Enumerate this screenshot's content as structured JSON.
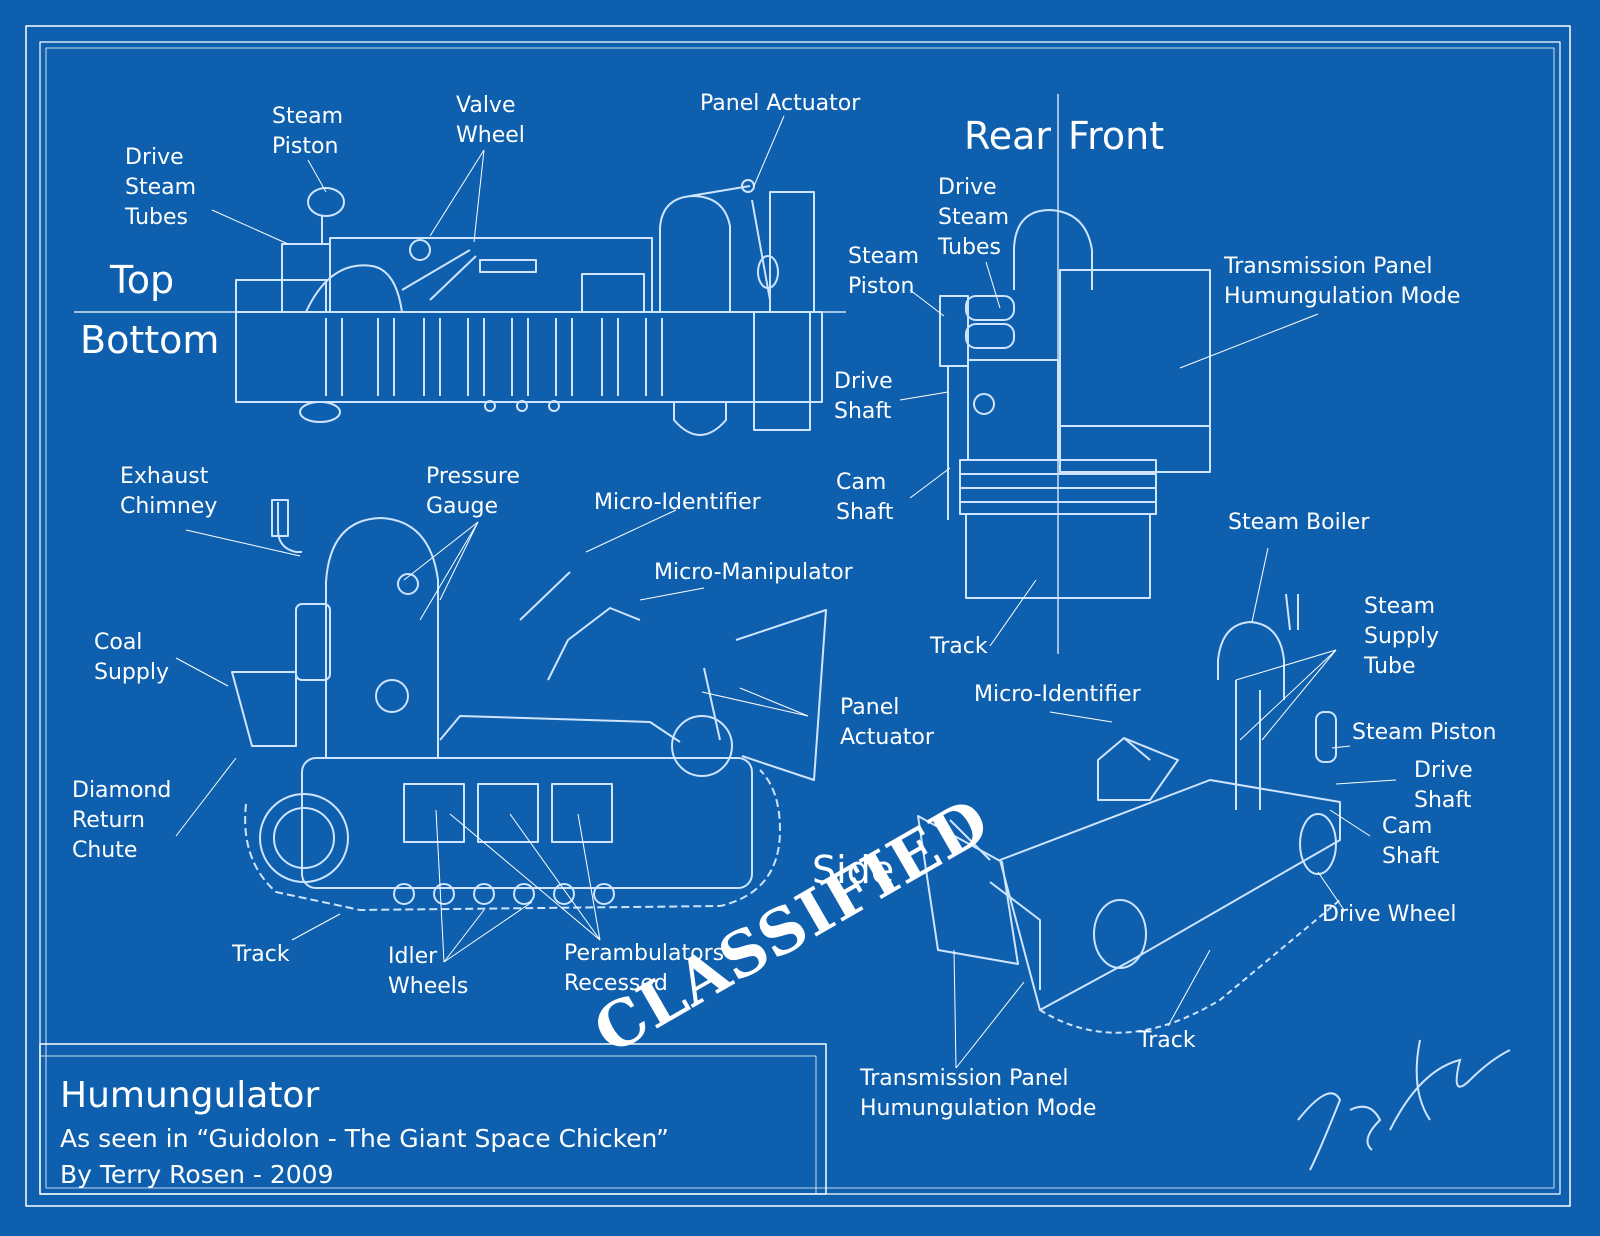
{
  "colors": {
    "background": "#0e5fae",
    "line": "#ffffff"
  },
  "views": {
    "top": "Top",
    "bottom": "Bottom",
    "rear": "Rear",
    "front": "Front",
    "side": "Side"
  },
  "labels": {
    "drive_steam_tubes_top": [
      "Drive",
      "Steam",
      "Tubes"
    ],
    "steam_piston_top": [
      "Steam",
      "Piston"
    ],
    "valve_wheel": [
      "Valve",
      "Wheel"
    ],
    "panel_actuator_top": [
      "Panel Actuator"
    ],
    "drive_steam_tubes_rear": [
      "Drive",
      "Steam",
      "Tubes"
    ],
    "steam_piston_rear": [
      "Steam",
      "Piston"
    ],
    "transmission_panel_rear": [
      "Transmission Panel",
      "Humungulation Mode"
    ],
    "drive_shaft_rear": [
      "Drive",
      "Shaft"
    ],
    "cam_shaft_rear": [
      "Cam",
      "Shaft"
    ],
    "track_rear": [
      "Track"
    ],
    "exhaust_chimney": [
      "Exhaust",
      "Chimney"
    ],
    "pressure_gauge": [
      "Pressure",
      "Gauge"
    ],
    "micro_identifier_side": [
      "Micro-Identifier"
    ],
    "micro_manipulator": [
      "Micro-Manipulator"
    ],
    "coal_supply": [
      "Coal",
      "Supply"
    ],
    "panel_actuator_side": [
      "Panel",
      "Actuator"
    ],
    "diamond_return_chute": [
      "Diamond",
      "Return",
      "Chute"
    ],
    "track_side": [
      "Track"
    ],
    "idler_wheels": [
      "Idler",
      "Wheels"
    ],
    "perambulators": [
      "Perambulators",
      "Recessed"
    ],
    "steam_boiler": [
      "Steam Boiler"
    ],
    "steam_supply_tube": [
      "Steam",
      "Supply",
      "Tube"
    ],
    "micro_identifier_iso": [
      "Micro-Identifier"
    ],
    "steam_piston_iso": [
      "Steam Piston"
    ],
    "drive_shaft_iso": [
      "Drive",
      "Shaft"
    ],
    "cam_shaft_iso": [
      "Cam",
      "Shaft"
    ],
    "drive_wheel": [
      "Drive Wheel"
    ],
    "track_iso": [
      "Track"
    ],
    "transmission_panel_iso": [
      "Transmission Panel",
      "Humungulation Mode"
    ]
  },
  "title_block": {
    "title": "Humungulator",
    "subtitle": "As seen in  “Guidolon - The Giant Space Chicken”",
    "byline": "By Terry Rosen - 2009"
  },
  "stamp": "CLASSIFIED"
}
